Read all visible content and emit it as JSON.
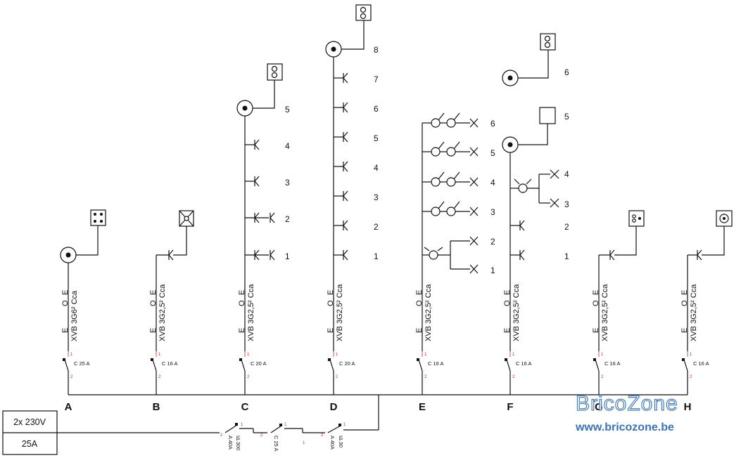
{
  "supply": {
    "voltage": "2x 230V",
    "current": "25A"
  },
  "watermark": {
    "brand": "BricoZone",
    "url": "www.bricozone.be"
  },
  "main_breakers": [
    {
      "id": "diff1",
      "rating": "A 40A",
      "sensitivity": "IΔ 300"
    },
    {
      "id": "mcb",
      "rating": "C 25 A"
    },
    {
      "id": "diff2",
      "rating": "A 40A",
      "sensitivity": "IΔ 30"
    }
  ],
  "circuits": [
    {
      "letter": "A",
      "cable": "XVB 3G6² Cca",
      "breaker": "C 25 A",
      "codes": [
        "E",
        "O",
        "E"
      ],
      "points": []
    },
    {
      "letter": "B",
      "cable": "XVB 3G2,5² Cca",
      "breaker": "C 16 A",
      "codes": [
        "E",
        "O",
        "E"
      ],
      "points": []
    },
    {
      "letter": "C",
      "cable": "XVB 3G2,5² Cca",
      "breaker": "C 20 A",
      "codes": [
        "E",
        "O",
        "E"
      ],
      "points": [
        "1",
        "2",
        "3",
        "4",
        "5"
      ]
    },
    {
      "letter": "D",
      "cable": "XVB 3G2,5² Cca",
      "breaker": "C 20 A",
      "codes": [
        "E",
        "O",
        "E"
      ],
      "points": [
        "1",
        "2",
        "3",
        "4",
        "5",
        "6",
        "7",
        "8"
      ]
    },
    {
      "letter": "E",
      "cable": "XVB 3G2,5² Cca",
      "breaker": "C 16 A",
      "codes": [
        "E",
        "O",
        "E"
      ],
      "points": [
        "1",
        "2",
        "3",
        "4",
        "5",
        "6"
      ]
    },
    {
      "letter": "F",
      "cable": "XVB 3G2,5² Cca",
      "breaker": "C 16 A",
      "codes": [
        "E",
        "O",
        "E"
      ],
      "points": [
        "1",
        "2",
        "3",
        "4",
        "5",
        "6"
      ]
    },
    {
      "letter": "G",
      "cable": "XVB 3G2,5² Cca",
      "breaker": "C 16 A",
      "codes": [
        "E",
        "O",
        "E"
      ],
      "points": []
    },
    {
      "letter": "H",
      "cable": "XVB 3G2,5² Cca",
      "breaker": "C 16 A",
      "codes": [
        "E",
        "O",
        "E"
      ],
      "points": []
    }
  ],
  "terminal": {
    "in": "1",
    "out": "2"
  }
}
